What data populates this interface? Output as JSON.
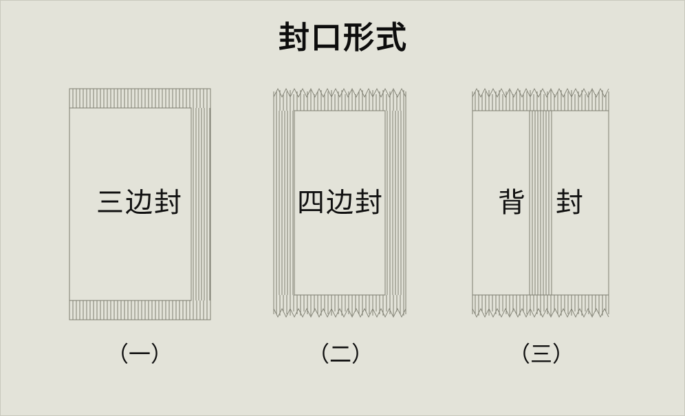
{
  "page": {
    "title": "封口形式",
    "background_color": "#e3e3d9",
    "line_color": "#7d7d70",
    "text_color": "#111111"
  },
  "figures": [
    {
      "id": "fig-1",
      "label": "三边封",
      "caption": "（一）",
      "seal_edges": [
        "top",
        "bottom",
        "right"
      ],
      "top_edge_style": "straight",
      "bottom_edge_style": "straight"
    },
    {
      "id": "fig-2",
      "label": "四边封",
      "caption": "（二）",
      "seal_edges": [
        "top",
        "bottom",
        "left",
        "right"
      ],
      "top_edge_style": "sawtooth",
      "bottom_edge_style": "sawtooth"
    },
    {
      "id": "fig-3",
      "label": "背　封",
      "caption": "（三）",
      "seal_edges": [
        "top",
        "bottom",
        "center-vertical"
      ],
      "top_edge_style": "sawtooth",
      "bottom_edge_style": "sawtooth"
    }
  ]
}
